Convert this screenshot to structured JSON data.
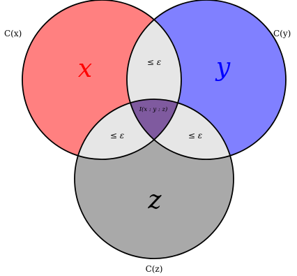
{
  "colors": {
    "x_fill": "#ff8080",
    "y_fill": "#8080ff",
    "z_fill": "#a9a9a9",
    "pair_overlap": "#e6e6e6",
    "triple_overlap": "#7f5a9f",
    "x_text": "#ff0000",
    "y_text": "#0000ff",
    "z_text": "#000000",
    "stroke": "#000000"
  },
  "labels": {
    "cx": "C(x)",
    "cy": "C(y)",
    "cz": "C(z)",
    "x": "x",
    "y": "y",
    "z": "z",
    "xy": "≤ ε",
    "xz": "≤ ε",
    "yz": "≤ ε",
    "xyz": "I(x : y : z)"
  }
}
